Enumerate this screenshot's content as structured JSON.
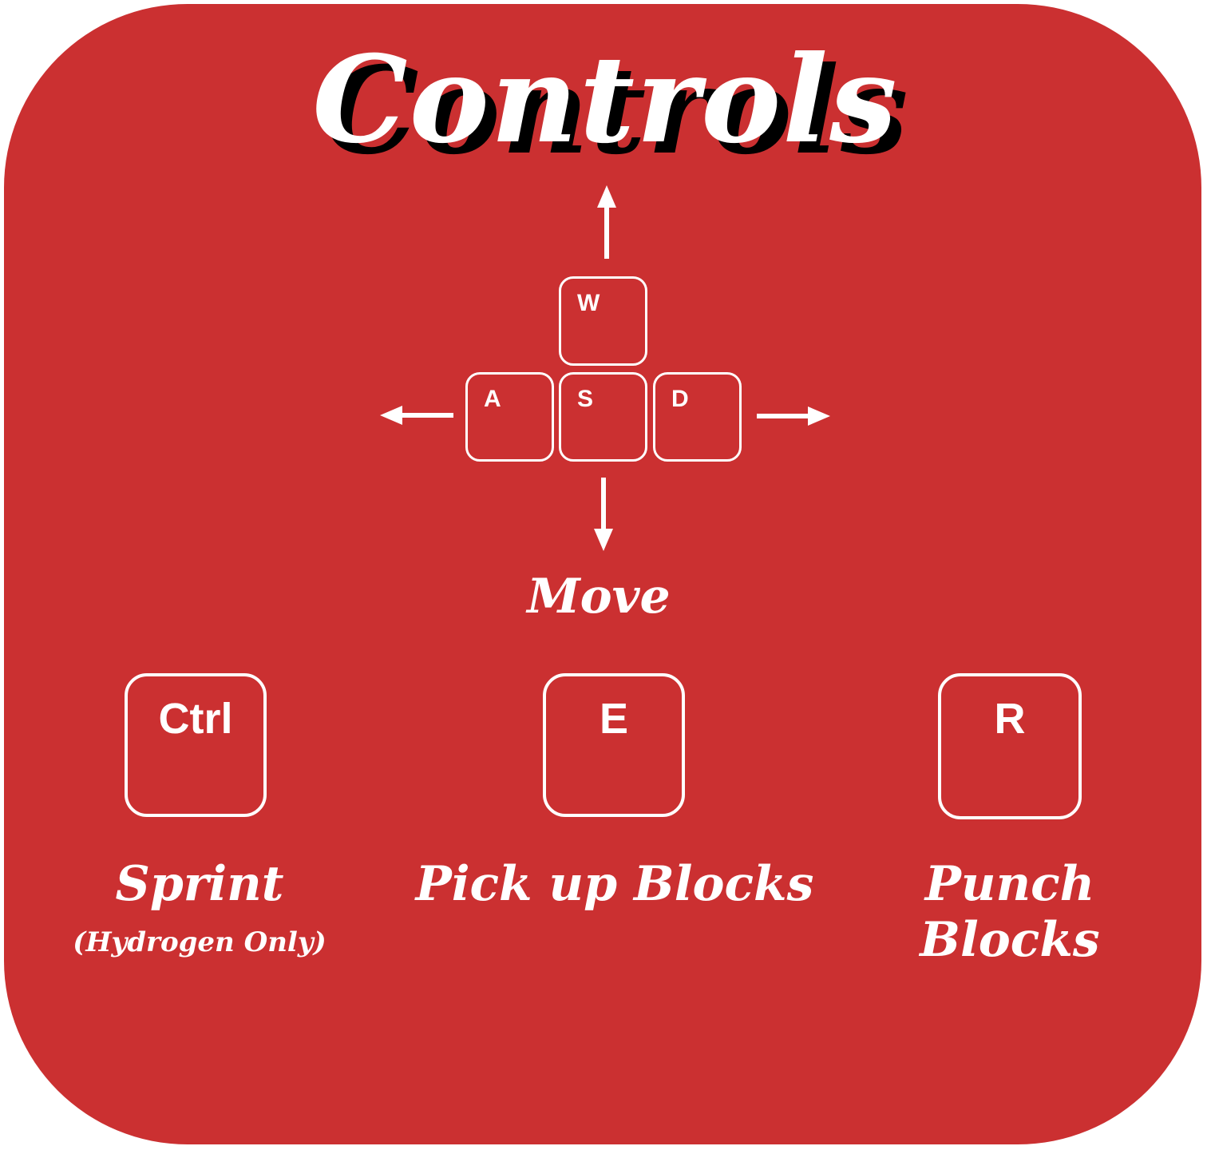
{
  "title": "Controls",
  "colors": {
    "background": "#cb3031",
    "foreground": "#ffffff",
    "title_shadow": "#000000"
  },
  "move": {
    "keys": {
      "w": "W",
      "a": "A",
      "s": "S",
      "d": "D"
    },
    "label": "Move"
  },
  "actions": [
    {
      "key": "Ctrl",
      "label": "Sprint",
      "note": "(Hydrogen Only)"
    },
    {
      "key": "E",
      "label": "Pick up Blocks"
    },
    {
      "key": "R",
      "label": "Punch Blocks"
    }
  ]
}
